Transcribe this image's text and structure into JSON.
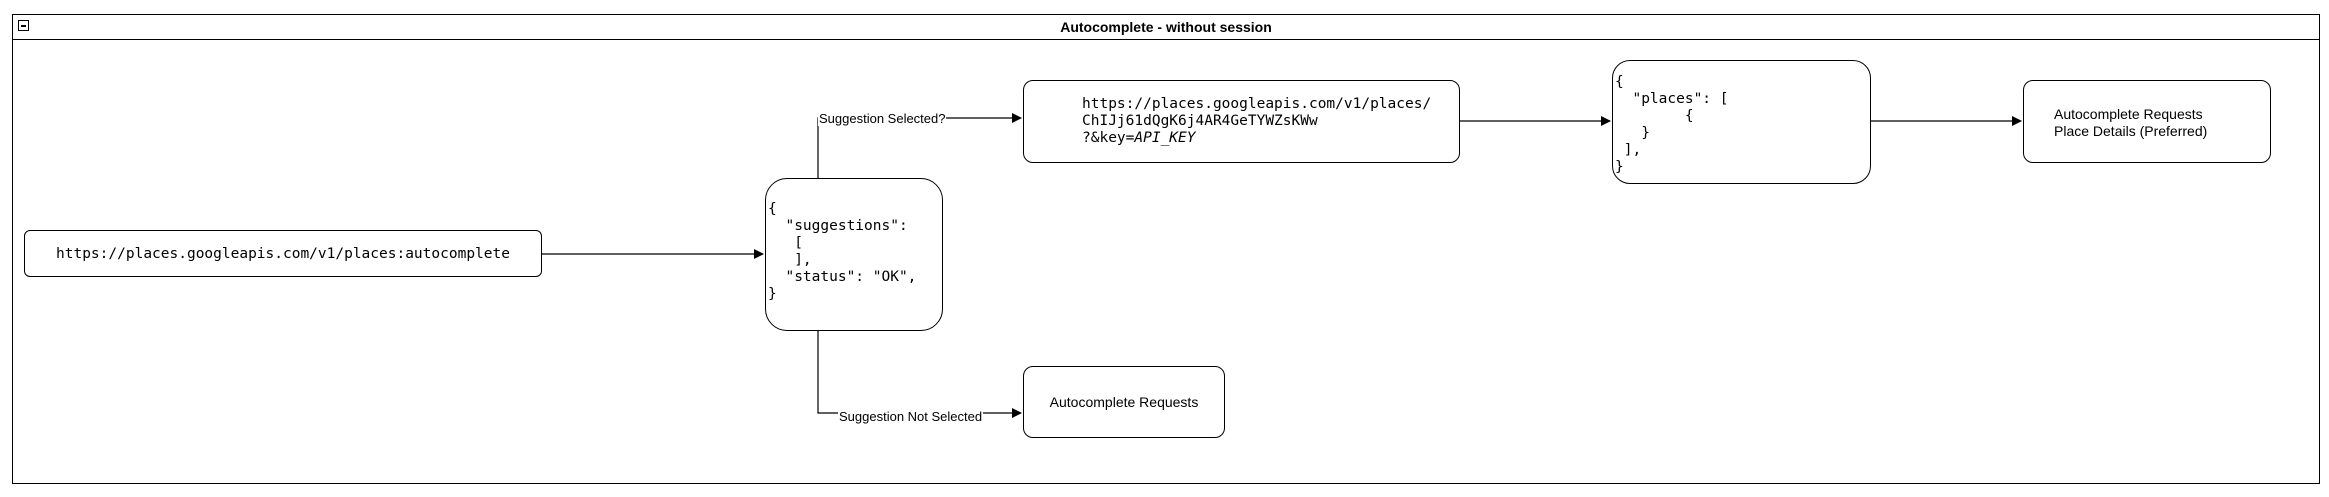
{
  "frame": {
    "title": "Autocomplete - without session",
    "collapse_icon": "minus-box-icon"
  },
  "nodes": {
    "autocomplete_request": {
      "text": "https://places.googleapis.com/v1/places:autocomplete"
    },
    "suggestions_response": {
      "lines": [
        "{",
        "  \"suggestions\":",
        "   [",
        "   ],",
        "  \"status\": \"OK\",",
        "}"
      ]
    },
    "place_details_request": {
      "line1": "https://places.googleapis.com/v1/places/",
      "line2": "ChIJj61dQgK6j4AR4GeTYWZsKWw",
      "line3_prefix": "?&key=",
      "line3_italic": "API_KEY"
    },
    "places_response": {
      "lines": [
        "{",
        "  \"places\": [",
        "        {",
        "   }",
        " ],",
        "}"
      ]
    },
    "place_details_result": {
      "line1": "Autocomplete Requests",
      "line2": "Place Details (Preferred)"
    },
    "autocomplete_only_result": {
      "text": "Autocomplete Requests"
    }
  },
  "edges": {
    "selected_label": "Suggestion Selected?",
    "not_selected_label": "Suggestion Not Selected"
  },
  "colors": {
    "stroke": "#000000",
    "background": "#ffffff"
  }
}
